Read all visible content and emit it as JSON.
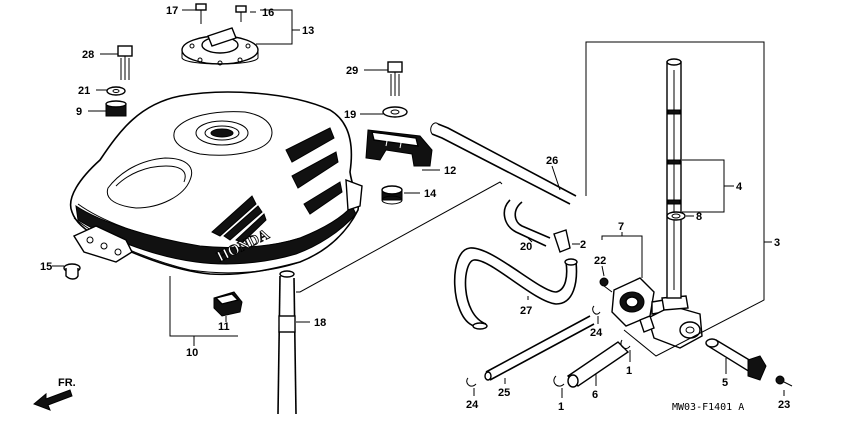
{
  "diagram": {
    "code": "MW03-F1401 A",
    "direction": "FR.",
    "brand_mark": "HONDA",
    "callouts": [
      "1",
      "1",
      "2",
      "3",
      "4",
      "5",
      "6",
      "7",
      "8",
      "9",
      "10",
      "11",
      "12",
      "13",
      "14",
      "15",
      "16",
      "17",
      "18",
      "19",
      "20",
      "21",
      "22",
      "23",
      "24",
      "24",
      "25",
      "26",
      "27",
      "28",
      "29"
    ]
  }
}
